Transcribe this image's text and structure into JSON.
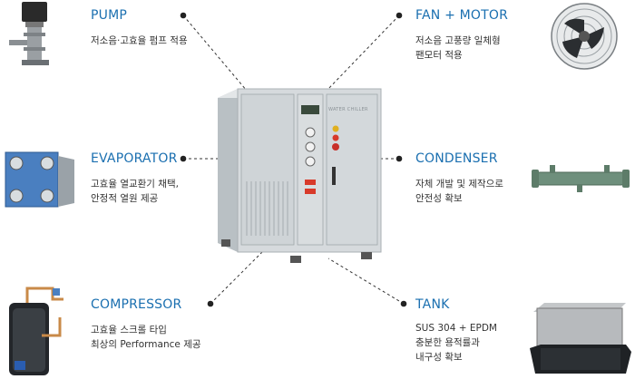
{
  "colors": {
    "title": "#1a6fb0",
    "text": "#333333",
    "leader": "#333333"
  },
  "chiller": {
    "brand": "WATER CHILLER"
  },
  "components": {
    "pump": {
      "title": "PUMP",
      "lines": [
        "저소음·고효율 펌프 적용"
      ]
    },
    "evaporator": {
      "title": "EVAPORATOR",
      "lines": [
        "고효율 열교환기 채택,",
        "안정적 열원 제공"
      ]
    },
    "compressor": {
      "title": "COMPRESSOR",
      "lines": [
        "고효율 스크롤 타입",
        "최상의 Performance 제공"
      ]
    },
    "fan_motor": {
      "title": "FAN + MOTOR",
      "lines": [
        "저소음 고풍량 일체형",
        "팬모터 적용"
      ]
    },
    "condenser": {
      "title": "CONDENSER",
      "lines": [
        "자체 개발 및 제작으로",
        "안전성 확보"
      ]
    },
    "tank": {
      "title": "TANK",
      "lines": [
        "SUS 304 + EPDM",
        "충분한 용적률과",
        "내구성 확보"
      ]
    }
  }
}
